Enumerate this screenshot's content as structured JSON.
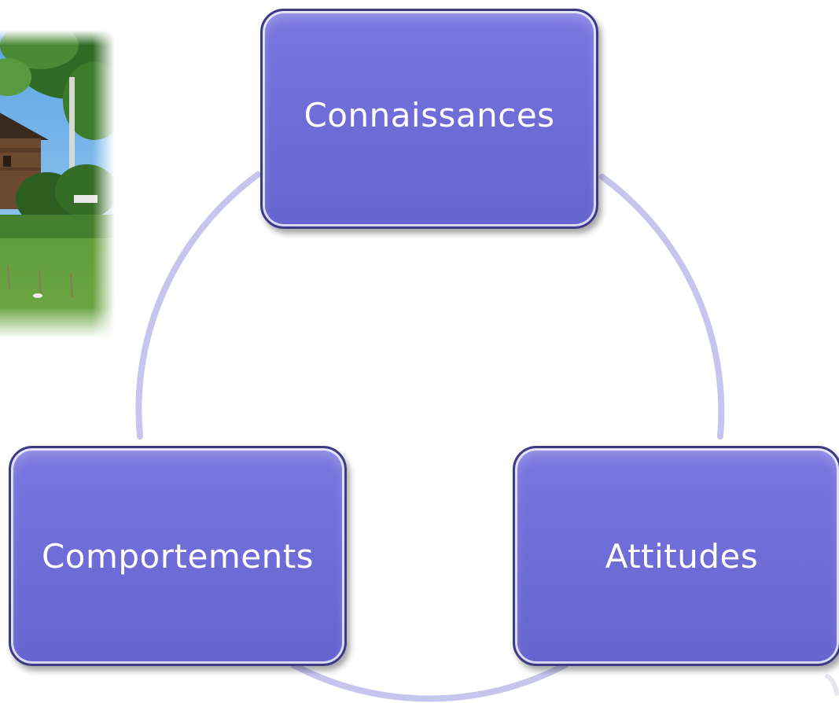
{
  "diagram": {
    "type": "cycle",
    "nodes": [
      {
        "id": "top",
        "label": "Connaissances"
      },
      {
        "id": "right",
        "label": "Attitudes"
      },
      {
        "id": "left",
        "label": "Comportements"
      }
    ],
    "colors": {
      "node_fill": "#716dd8",
      "node_border": "#3d3a86",
      "connector": "#c7c5ee",
      "text": "#ffffff"
    }
  },
  "photo": {
    "icon": "farm-landscape-photo"
  }
}
